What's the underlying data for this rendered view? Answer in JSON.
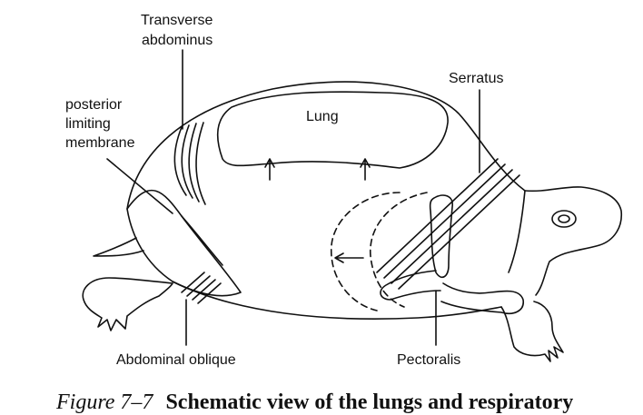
{
  "labels": {
    "transverse_line1": "Transverse",
    "transverse_line2": "abdominus",
    "posterior_line1": "posterior",
    "posterior_line2": "limiting",
    "posterior_line3": "membrane",
    "lung": "Lung",
    "serratus": "Serratus",
    "abdominal_oblique": "Abdominal oblique",
    "pectoralis": "Pectoralis"
  },
  "caption": {
    "figure": "Figure 7–7",
    "text": "Schematic view of the lungs and respiratory"
  },
  "colors": {
    "ink": "#111111",
    "background": "#ffffff"
  }
}
